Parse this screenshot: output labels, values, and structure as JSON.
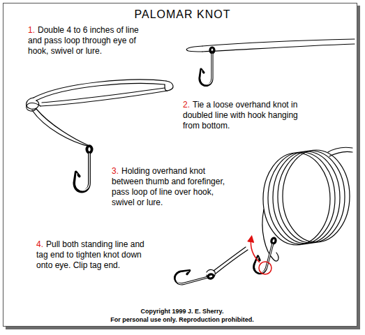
{
  "diagram": {
    "title": "PALOMAR KNOT",
    "labels": [
      "1.",
      "Double 4 to 6 inches of line and pass loop through eye of hook, swivel or lure.",
      "2.",
      "Tie a loose overhand knot in doubled line with hook hanging from bottom.",
      "3.",
      "Holding overhand knot between thumb and forefinger, pass loop of line over hook, swivel or lure.",
      "4.",
      "Pull both standing line and tag end to tighten knot down onto eye. Clip tag end.",
      "Copyright 1999 J. E. Sherry.",
      "For personal use only. Reproduction prohibited."
    ]
  }
}
